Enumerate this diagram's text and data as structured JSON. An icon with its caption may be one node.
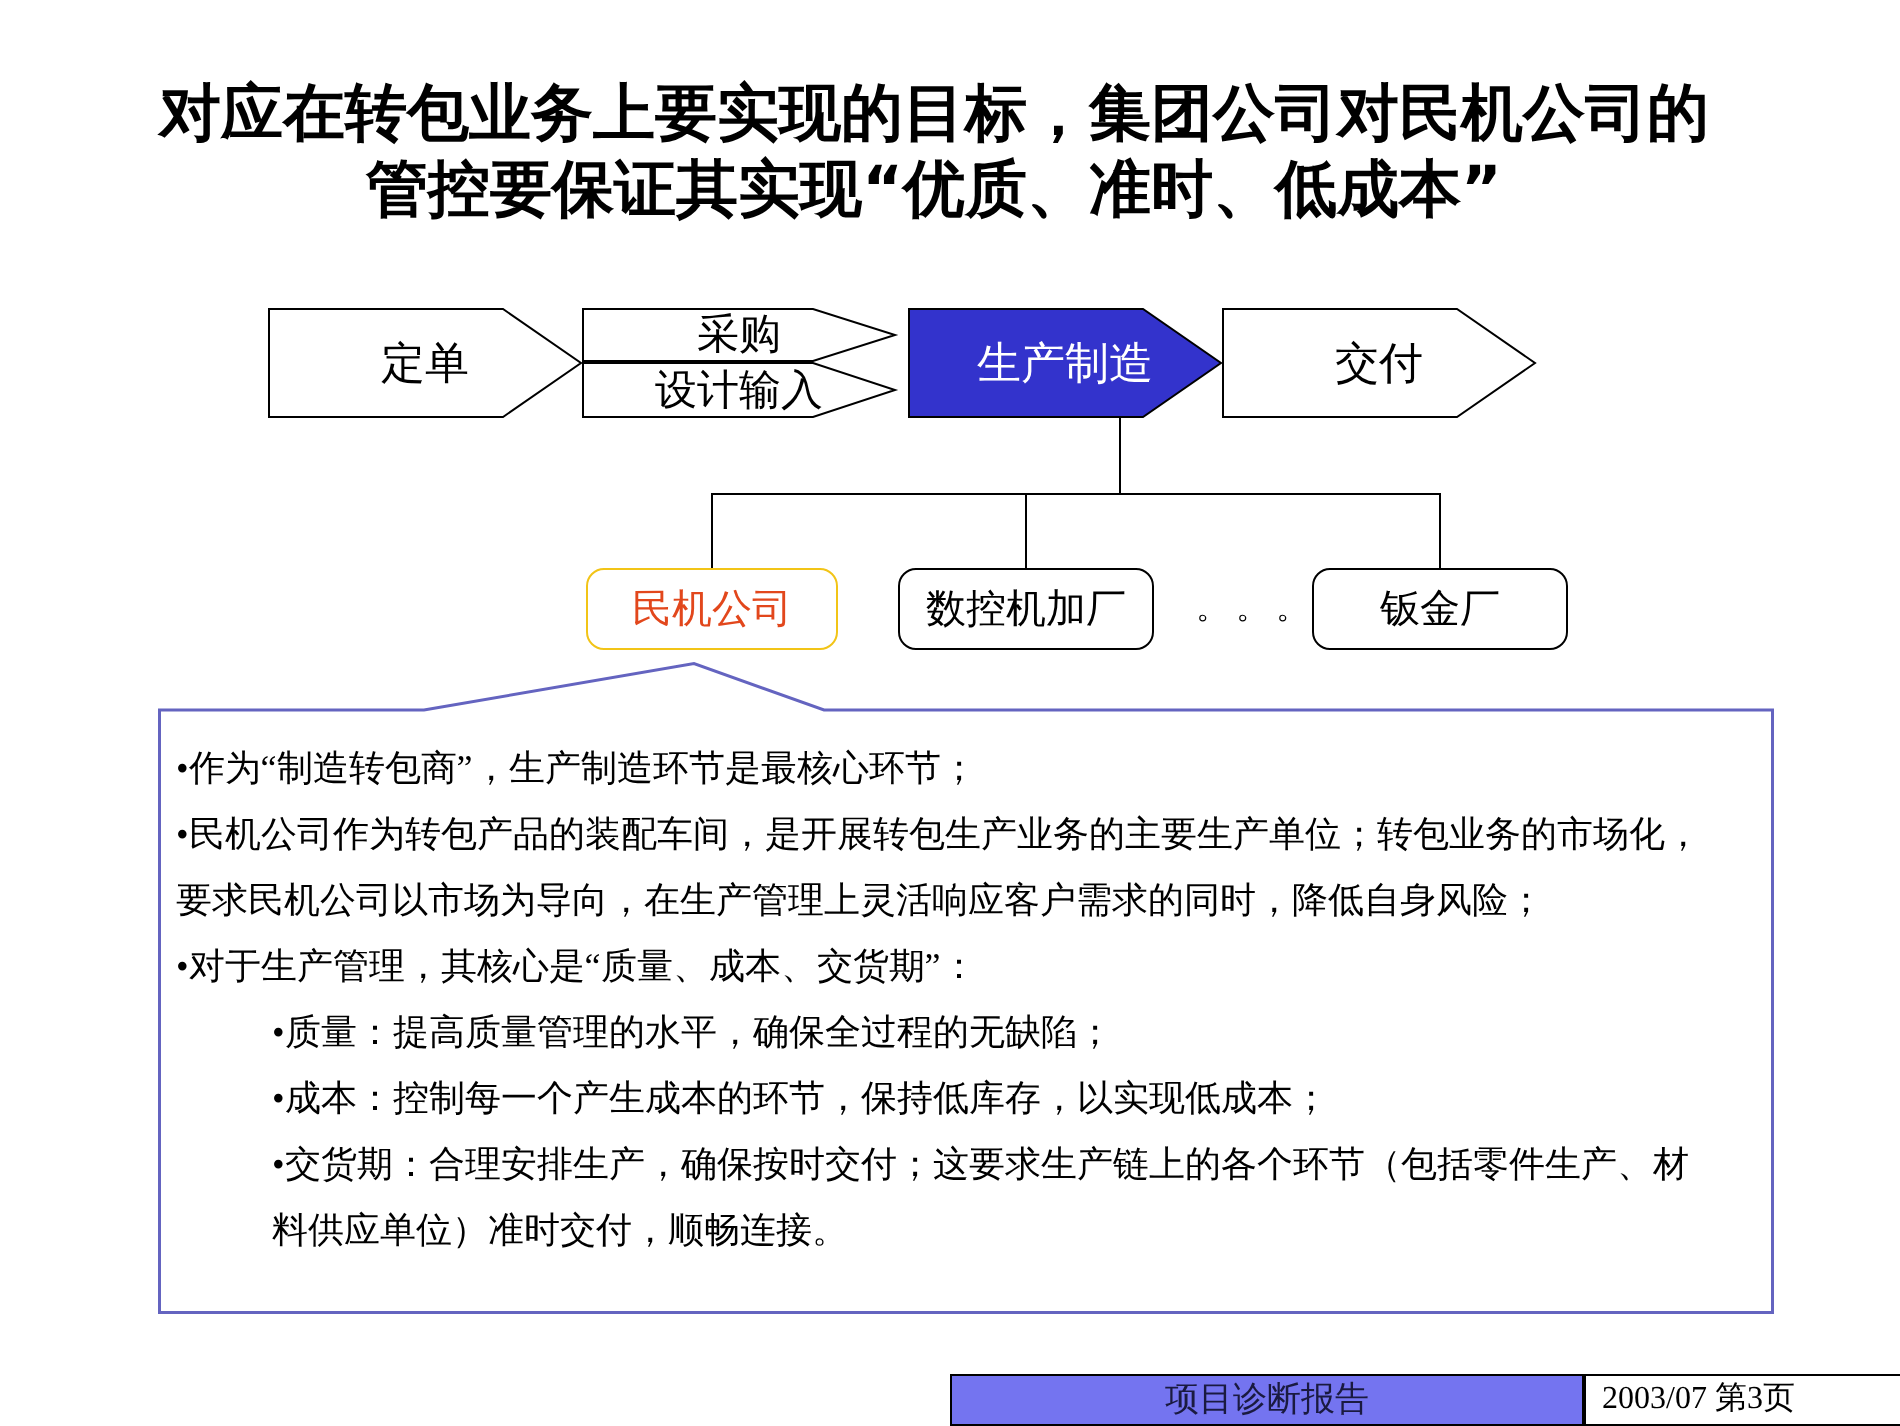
{
  "diagram": {
    "title": "对应在转包业务上要实现的目标，集团公司对民机公司的管控要保证其实现“优质、准时、低成本”",
    "nodes": [
      {
        "text": [
          "定单"
        ]
      },
      {
        "text": [
          "采购"
        ]
      },
      {
        "text": [
          "设计输入"
        ]
      },
      {
        "text": [
          "生产制造"
        ]
      },
      {
        "text": [
          "交付"
        ]
      },
      {
        "text": [
          "民机公司"
        ]
      },
      {
        "text": [
          "数控机加厂"
        ]
      },
      {
        "text": [
          "钣金厂"
        ]
      },
      {
        "text": [
          "•作为“制造转包商”，生产制造环节是最核心环节；",
          "•民机公司作为转包产品的装配车间，是开展转包生产业务的主要生产单位；转包业务的市场化，要求民机公司以市场为导向，在生产管理上灵活响应客户需求的同时，降低自身风险；",
          "•对于生产管理，其核心是“质量、成本、交货期”：",
          "•质量：提高质量管理的水平，确保全过程的无缺陷；",
          "•成本：控制每一个产生成本的环节，保持低库存，以实现低成本；",
          "•交货期：合理安排生产，确保按时交付；这要求生产链上的各个环节（包括零件生产、材料供应单位）准时交付，顺畅连接。"
        ]
      }
    ],
    "edges": [
      {
        "from": 3,
        "to": 5,
        "arrow": "none"
      },
      {
        "from": 3,
        "to": 6,
        "arrow": "none"
      },
      {
        "from": 3,
        "to": 7,
        "arrow": "none"
      }
    ],
    "labels": [
      "。 。 。",
      "项目诊断报告",
      "2003/07 第3页"
    ]
  }
}
